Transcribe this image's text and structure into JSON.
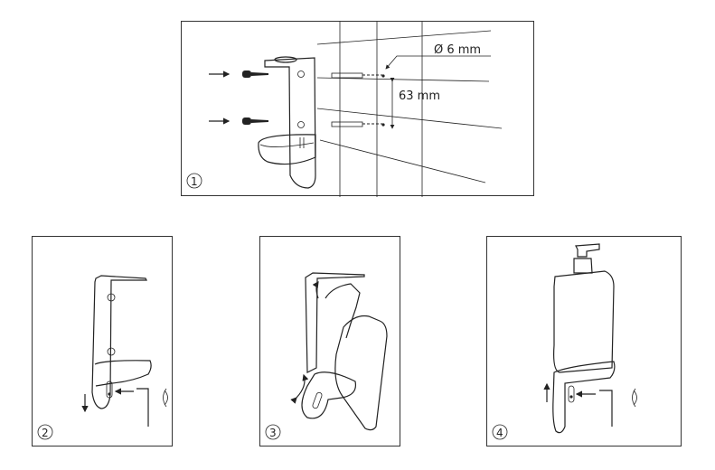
{
  "steps": [
    {
      "number": "1",
      "diameter_label": "Ø 6 mm",
      "spacing_label": "63 mm"
    },
    {
      "number": "2"
    },
    {
      "number": "3"
    },
    {
      "number": "4"
    }
  ]
}
